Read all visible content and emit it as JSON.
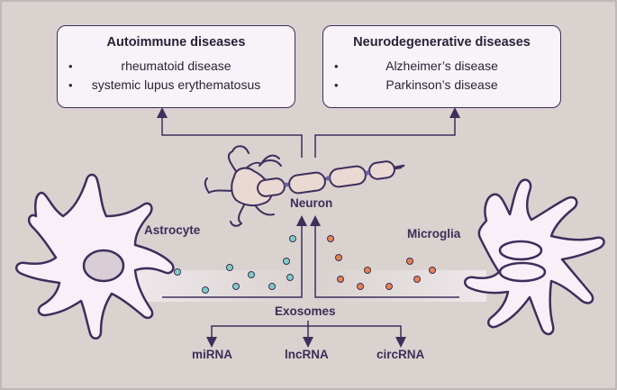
{
  "autoimmune": {
    "title": "Autoimmune diseases",
    "items": [
      "rheumatoid disease",
      "systemic lupus erythematosus"
    ]
  },
  "neurodegenerative": {
    "title": "Neurodegenerative diseases",
    "items": [
      "Alzheimer’s disease",
      "Parkinson’s disease"
    ]
  },
  "cells": {
    "neuron": "Neuron",
    "astrocyte": "Astrocyte",
    "microglia": "Microglia",
    "exosomes": "Exosomes"
  },
  "rna_types": [
    "miRNA",
    "lncRNA",
    "circRNA"
  ],
  "colors": {
    "background": "#d9d2cf",
    "outline": "#3d2e5c",
    "box_fill": "#f7f3f8",
    "cell_fill": "#f7f0f8",
    "astrocyte_vesicle": "#7fcfc4",
    "microglia_vesicle": "#e8834d",
    "neuron_soma": "#ead8d2"
  }
}
